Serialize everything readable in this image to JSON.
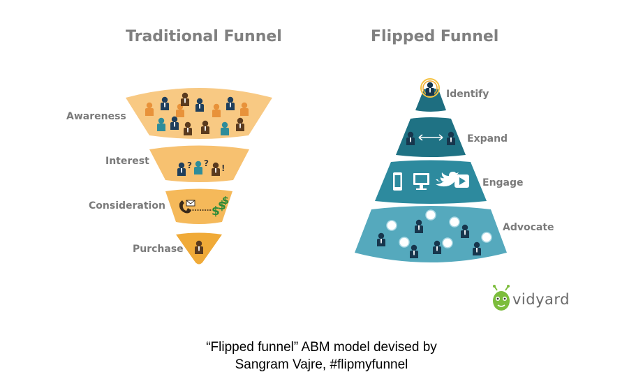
{
  "traditional": {
    "title": "Traditional Funnel",
    "stages": [
      "Awareness",
      "Interest",
      "Consideration",
      "Purchase"
    ],
    "colors": {
      "light": "#f8c983",
      "mid": "#f5b95a",
      "dark": "#f0a830"
    }
  },
  "flipped": {
    "title": "Flipped Funnel",
    "stages": [
      "Identify",
      "Expand",
      "Engage",
      "Advocate"
    ],
    "colors": {
      "dark": "#1e6e80",
      "mid": "#2d8a9e",
      "light": "#55a9bd"
    }
  },
  "logo": {
    "text": "vidyard",
    "color": "#7cbd3c"
  },
  "caption": {
    "line1": "“Flipped funnel” ABM model devised by",
    "line2": "Sangram Vajre, #flipmyfunnel"
  }
}
